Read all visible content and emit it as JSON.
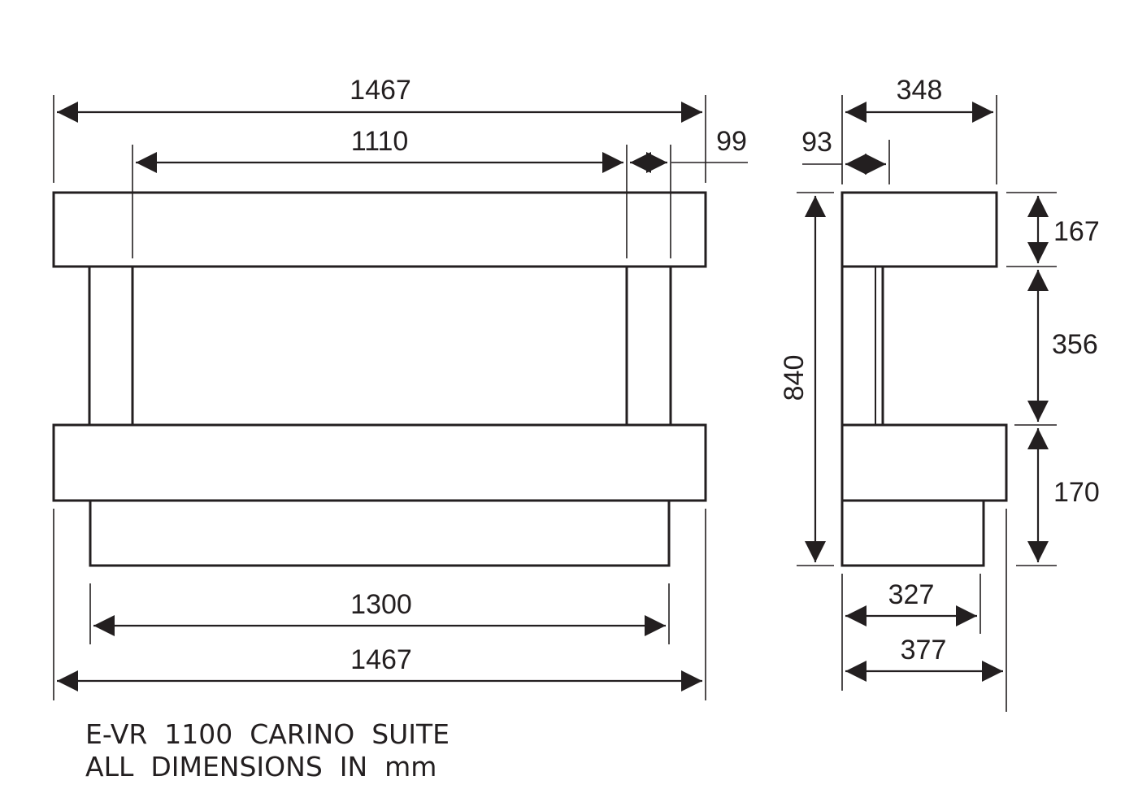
{
  "front_view": {
    "overall_width_top": "1467",
    "inner_width": "1110",
    "post_width": "99",
    "base_width": "1300",
    "overall_width_bottom": "1467"
  },
  "side_view": {
    "depth_top": "348",
    "post_depth": "93",
    "height_total": "840",
    "top_shelf_height": "167",
    "gap_height": "356",
    "bottom_shelf_height": "170",
    "base_depth": "327",
    "overall_depth": "377"
  },
  "notes": {
    "line1": "E-VR  1100  CARINO  SUITE",
    "line2": "ALL  DIMENSIONS  IN  mm"
  }
}
